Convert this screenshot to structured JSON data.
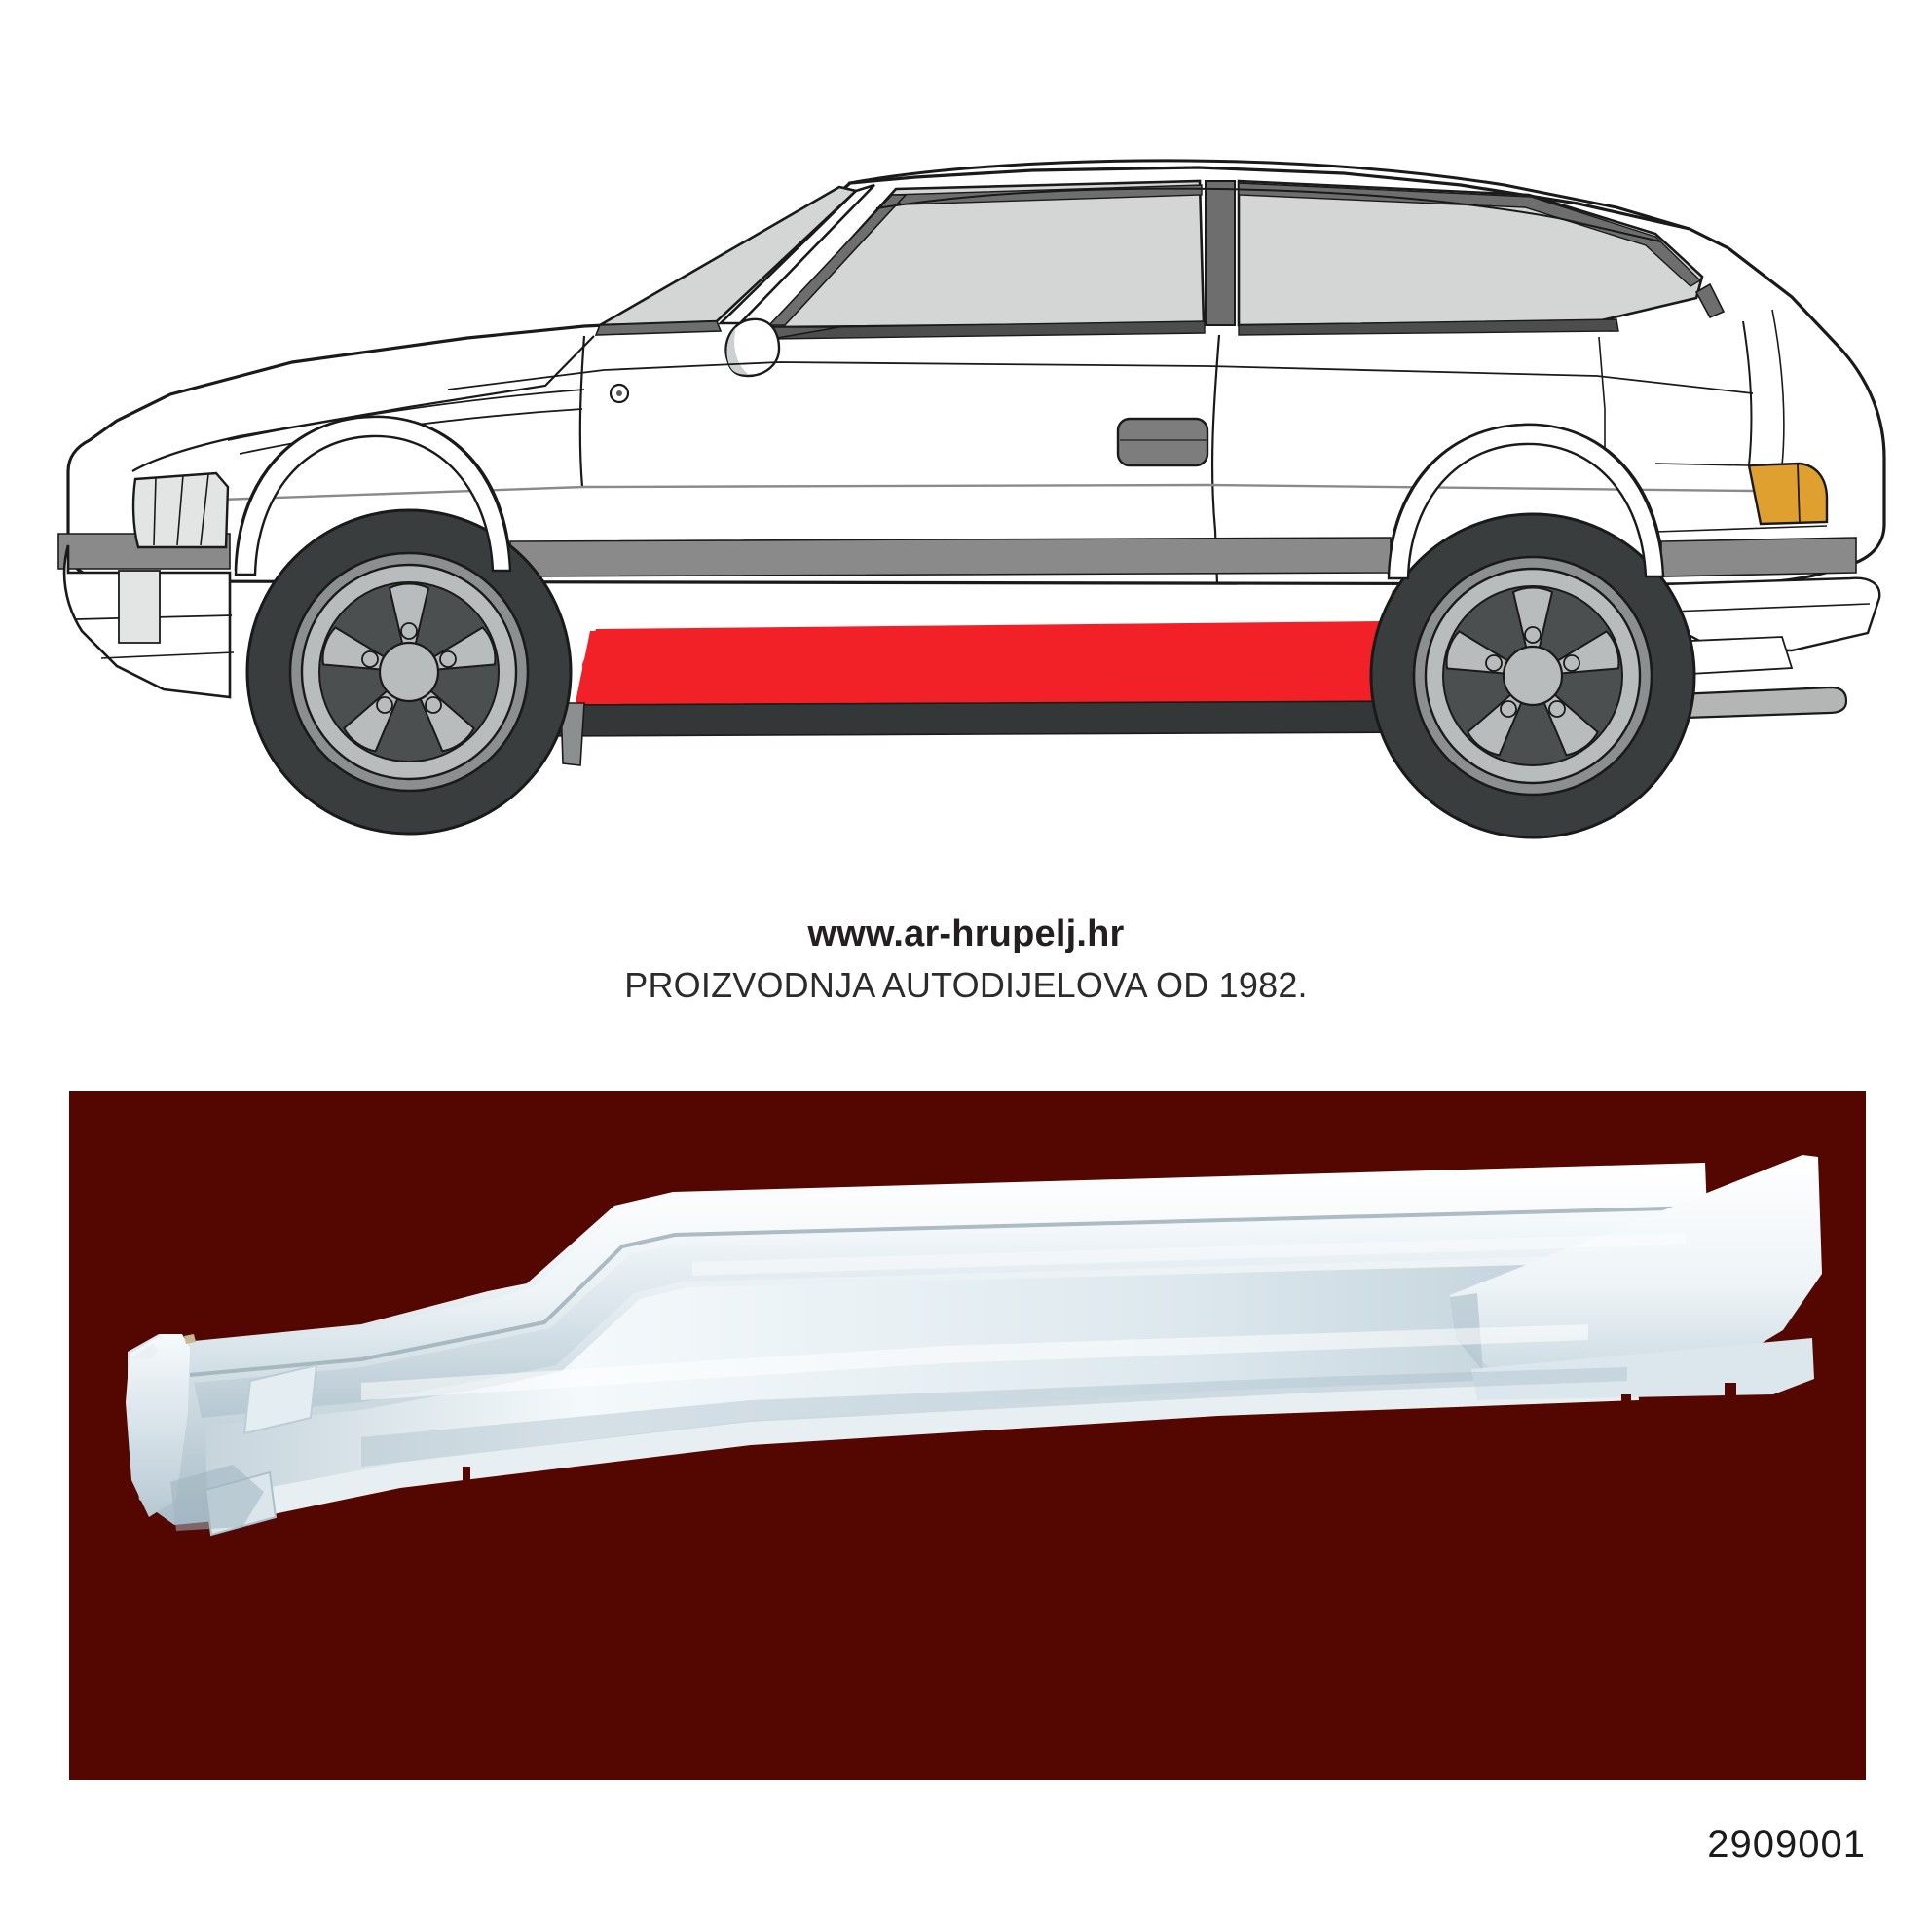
{
  "page": {
    "background_color": "#ffffff",
    "part_number": "2909001"
  },
  "caption": {
    "website": "www.ar-hrupelj.hr",
    "tagline": "PROIZVODNJA AUTODIJELOVA OD 1982."
  },
  "illustration": {
    "title": "car-side-view-line-drawing",
    "subject": "3-door hatchback side profile, driver side",
    "highlight_label": "rocker-panel-sill-highlight",
    "colors": {
      "body": "#ffffff",
      "outline": "#1a1a1a",
      "glass": "#d4d6d6",
      "window_trim": "#6e6e6e",
      "bumper_strip": "#8a8a8a",
      "rocker_strip": "#333737",
      "tyre": "#3a3d3d",
      "tyre_sidewall": "#8c8f8f",
      "wheel_rim": "#b9bcbc",
      "wheel_dish": "#4c4f4f",
      "highlight_red": "#f22027",
      "tail_lamp_amber": "#e0a030",
      "door_handle": "#7d7d7d"
    },
    "wheels": {
      "spoke_count": 5,
      "lug_count": 5
    }
  },
  "photo": {
    "title": "rocker-panel-sill-repair-part-photo",
    "background_color": "#540600",
    "part_color_light": "#f2f6f8",
    "part_color_mid": "#cfd9de",
    "part_color_shadow": "#9fb0ba",
    "description": "bare steel outer sill / rocker panel repair section"
  }
}
